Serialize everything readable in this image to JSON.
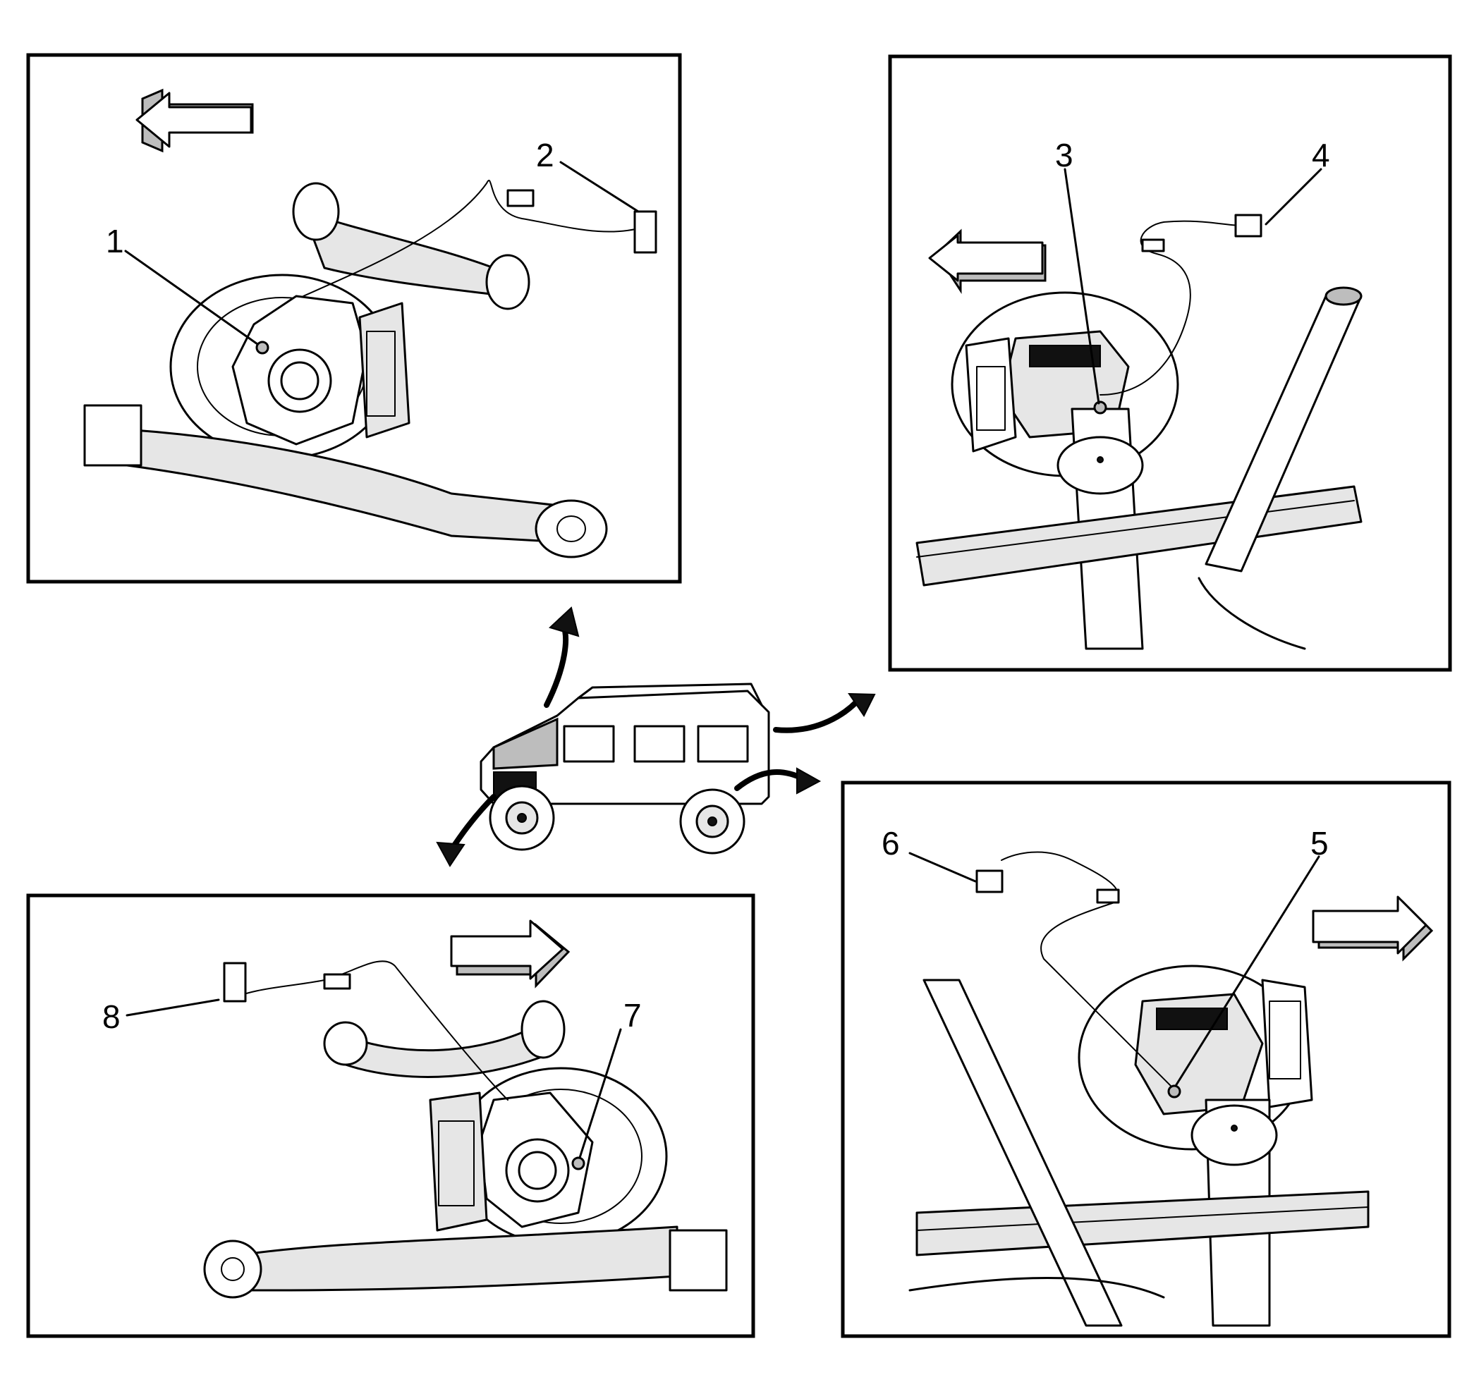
{
  "callouts": {
    "c1": "1",
    "c2": "2",
    "c3": "3",
    "c4": "4",
    "c5": "5",
    "c6": "6",
    "c7": "7",
    "c8": "8"
  },
  "colors": {
    "line": "#000000",
    "background": "#ffffff",
    "shade": "#e6e6e6"
  },
  "icons": {
    "direction_arrow": "forward-arrow-icon",
    "view_arrow": "curved-arrow-icon"
  }
}
